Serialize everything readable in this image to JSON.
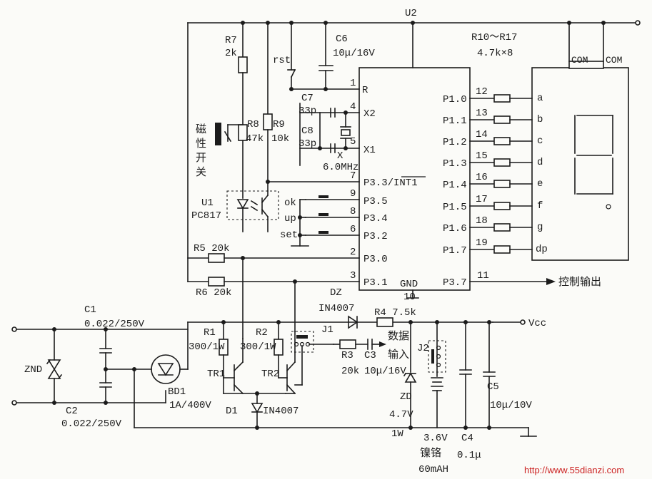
{
  "labels": {
    "u2": "U2",
    "r7_name": "R7",
    "r7_val": "2k",
    "c6_name": "C6",
    "c6_val": "10μ/16V",
    "rst": "rst",
    "r10_17": "R10～R17",
    "r10_17_val": "4.7k×8",
    "com1": "COM",
    "com2": "COM",
    "c7_name": "C7",
    "c7_val": "33p",
    "c8_name": "C8",
    "c8_val": "33p",
    "r8_name": "R8",
    "r8_val": "47k",
    "r9_name": "R9",
    "r9_val": "10k",
    "x_name": "X",
    "x_val": "6.0MHz",
    "mag_switch": [
      "磁",
      "性",
      "开",
      "关"
    ],
    "u1_name": "U1",
    "u1_part": "PC817",
    "btn_ok": "ok",
    "btn_up": "up",
    "btn_set": "set",
    "r5": "R5 20k",
    "r6": "R6 20k",
    "dz_name": "DZ",
    "dz_part": "IN4007",
    "r4": "R4 7.5k",
    "vcc": "Vcc",
    "c1_name": "C1",
    "c1_val": "0.022/250V",
    "c2_name": "C2",
    "c2_val": "0.022/250V",
    "znd": "ZND",
    "bd1_name": "BD1",
    "bd1_val": "1A/400V",
    "r1_name": "R1",
    "r1_val": "300/1W",
    "r2_name": "R2",
    "r2_val": "300/1W",
    "tr1": "TR1",
    "tr2": "TR2",
    "d1": "D1",
    "d1_part": "IN4007",
    "j1": "J1",
    "j2": "J2",
    "r3_name": "R3",
    "r3_val": "20k",
    "c3_name": "C3",
    "c3_val": "10μ/16V",
    "data_in": [
      "数据",
      "输入"
    ],
    "zd_name": "ZD",
    "zd_val": "4.7V",
    "zd_pow": "1W",
    "bat_v": "3.6V",
    "bat_type": "镍铬",
    "bat_cap": "60mAH",
    "c4_name": "C4",
    "c4_val": "0.1μ",
    "c5_name": "C5",
    "c5_val": "10μ/10V",
    "ctrl_out": "控制输出",
    "gnd": "GND",
    "pin_r": "R",
    "pin_x2": "X2",
    "pin_x1": "X1",
    "pin_p33": "P3.3/INT1",
    "pin_p35": "P3.5",
    "pin_p34": "P3.4",
    "pin_p32": "P3.2",
    "pin_p30": "P3.0",
    "pin_p31": "P3.1",
    "pin_p37": "P3.7",
    "pn1": "1",
    "pn4": "4",
    "pn5": "5",
    "pn7": "7",
    "pn9": "9",
    "pn8": "8",
    "pn6": "6",
    "pn2": "2",
    "pn3": "3",
    "pn10": "10",
    "pn11": "11",
    "p1_pins": [
      "P1.0",
      "P1.1",
      "P1.2",
      "P1.3",
      "P1.4",
      "P1.5",
      "P1.6",
      "P1.7"
    ],
    "p1_nums": [
      "12",
      "13",
      "14",
      "15",
      "16",
      "17",
      "18",
      "19"
    ],
    "segs": [
      "a",
      "b",
      "c",
      "d",
      "e",
      "f",
      "g",
      "dp"
    ],
    "watermark": "http://www.55dianzi.com"
  }
}
